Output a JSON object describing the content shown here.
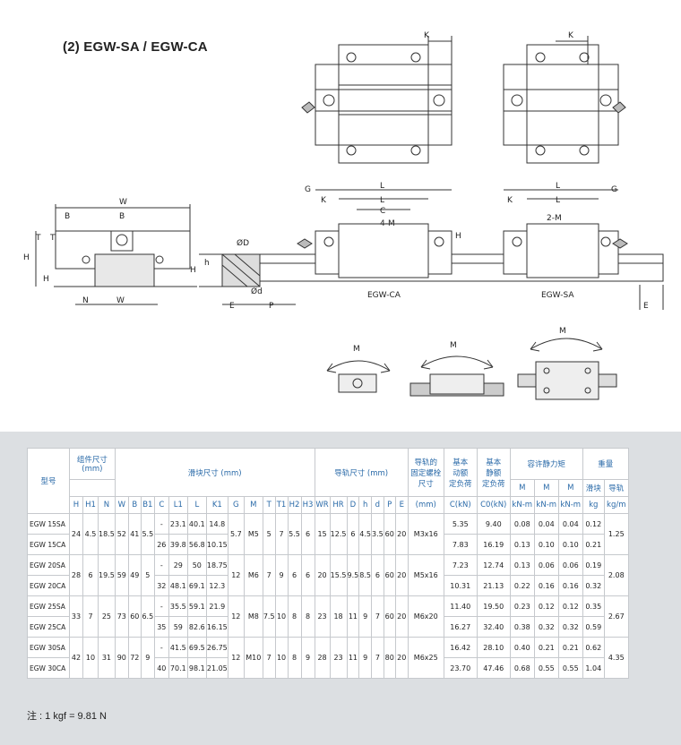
{
  "title": "(2) EGW-SA / EGW-CA",
  "drawing_labels": {
    "K1": "K",
    "W": "W",
    "B1": "B",
    "B": "B",
    "T1": "T",
    "T": "T",
    "H": "H",
    "H1": "H",
    "N": "N",
    "WR": "W",
    "D": "ØD",
    "d": "Ød",
    "h": "h",
    "HR": "H",
    "E": "E",
    "P": "P",
    "G": "G",
    "K2": "K",
    "L": "L",
    "L1": "L",
    "C": "C",
    "fourM": "4-M",
    "twoM": "2-M",
    "H2": "H",
    "egwca": "EGW-CA",
    "egwsa": "EGW-SA",
    "MR": "M",
    "MP": "M",
    "MY": "M"
  },
  "table": {
    "groups": {
      "model": "型号",
      "assembly": "组件尺寸\n(mm)",
      "block": "滑块尺寸 (mm)",
      "rail": "导轨尺寸 (mm)",
      "bolt": "导轨的\n固定螺栓\n尺寸",
      "dynamic": "基本\n动额\n定负荷",
      "static": "基本\n静额\n定负荷",
      "moment": "容许静力矩",
      "weight": "重量"
    },
    "sub": {
      "block_weight": "滑块",
      "rail_weight": "导轨"
    },
    "cols": [
      "H",
      "H1",
      "N",
      "W",
      "B",
      "B1",
      "C",
      "L1",
      "L",
      "K1",
      "G",
      "M",
      "T",
      "T1",
      "H2",
      "H3",
      "WR",
      "HR",
      "D",
      "h",
      "d",
      "P",
      "E",
      "(mm)",
      "C(kN)",
      "C0(kN)",
      "kN-m",
      "kN-m",
      "kN-m",
      "kg",
      "kg/m"
    ],
    "moment_heads": [
      "M",
      "M",
      "M"
    ],
    "rows": [
      {
        "model": "EGW 15SA",
        "H": "24",
        "H1": "4.5",
        "N": "18.5",
        "W": "52",
        "B": "41",
        "B1": "5.5",
        "C": "-",
        "L1": "23.1",
        "L": "40.1",
        "K1": "14.8",
        "G": "5.7",
        "M": "M5",
        "T": "5",
        "T1": "7",
        "H2": "5.5",
        "H3": "6",
        "WR": "15",
        "HR": "12.5",
        "D": "6",
        "h": "4.5",
        "d": "3.5",
        "P": "60",
        "E": "20",
        "bolt": "M3x16",
        "Cdyn": "5.35",
        "C0": "9.40",
        "MR": "0.08",
        "MP": "0.04",
        "MY": "0.04",
        "kg": "0.12",
        "rail": "1.25"
      },
      {
        "model": "EGW 15CA",
        "C": "26",
        "L1": "39.8",
        "L": "56.8",
        "K1": "10.15",
        "Cdyn": "7.83",
        "C0": "16.19",
        "MR": "0.13",
        "MP": "0.10",
        "MY": "0.10",
        "kg": "0.21"
      },
      {
        "model": "EGW 20SA",
        "H": "28",
        "H1": "6",
        "N": "19.5",
        "W": "59",
        "B": "49",
        "B1": "5",
        "C": "-",
        "L1": "29",
        "L": "50",
        "K1": "18.75",
        "G": "12",
        "M": "M6",
        "T": "7",
        "T1": "9",
        "H2": "6",
        "H3": "6",
        "WR": "20",
        "HR": "15.5",
        "D": "9.5",
        "h": "8.5",
        "d": "6",
        "P": "60",
        "E": "20",
        "bolt": "M5x16",
        "Cdyn": "7.23",
        "C0": "12.74",
        "MR": "0.13",
        "MP": "0.06",
        "MY": "0.06",
        "kg": "0.19",
        "rail": "2.08"
      },
      {
        "model": "EGW 20CA",
        "C": "32",
        "L1": "48.1",
        "L": "69.1",
        "K1": "12.3",
        "Cdyn": "10.31",
        "C0": "21.13",
        "MR": "0.22",
        "MP": "0.16",
        "MY": "0.16",
        "kg": "0.32"
      },
      {
        "model": "EGW 25SA",
        "H": "33",
        "H1": "7",
        "N": "25",
        "W": "73",
        "B": "60",
        "B1": "6.5",
        "C": "-",
        "L1": "35.5",
        "L": "59.1",
        "K1": "21.9",
        "G": "12",
        "M": "M8",
        "T": "7.5",
        "T1": "10",
        "H2": "8",
        "H3": "8",
        "WR": "23",
        "HR": "18",
        "D": "11",
        "h": "9",
        "d": "7",
        "P": "60",
        "E": "20",
        "bolt": "M6x20",
        "Cdyn": "11.40",
        "C0": "19.50",
        "MR": "0.23",
        "MP": "0.12",
        "MY": "0.12",
        "kg": "0.35",
        "rail": "2.67"
      },
      {
        "model": "EGW 25CA",
        "C": "35",
        "L1": "59",
        "L": "82.6",
        "K1": "16.15",
        "Cdyn": "16.27",
        "C0": "32.40",
        "MR": "0.38",
        "MP": "0.32",
        "MY": "0.32",
        "kg": "0.59"
      },
      {
        "model": "EGW 30SA",
        "H": "42",
        "H1": "10",
        "N": "31",
        "W": "90",
        "B": "72",
        "B1": "9",
        "C": "-",
        "L1": "41.5",
        "L": "69.5",
        "K1": "26.75",
        "G": "12",
        "M": "M10",
        "T": "7",
        "T1": "10",
        "H2": "8",
        "H3": "9",
        "WR": "28",
        "HR": "23",
        "D": "11",
        "h": "9",
        "d": "7",
        "P": "80",
        "E": "20",
        "bolt": "M6x25",
        "Cdyn": "16.42",
        "C0": "28.10",
        "MR": "0.40",
        "MP": "0.21",
        "MY": "0.21",
        "kg": "0.62",
        "rail": "4.35"
      },
      {
        "model": "EGW 30CA",
        "C": "40",
        "L1": "70.1",
        "L": "98.1",
        "K1": "21.05",
        "Cdyn": "23.70",
        "C0": "47.46",
        "MR": "0.68",
        "MP": "0.55",
        "MY": "0.55",
        "kg": "1.04"
      }
    ]
  },
  "note": "注 : 1 kgf = 9.81 N"
}
